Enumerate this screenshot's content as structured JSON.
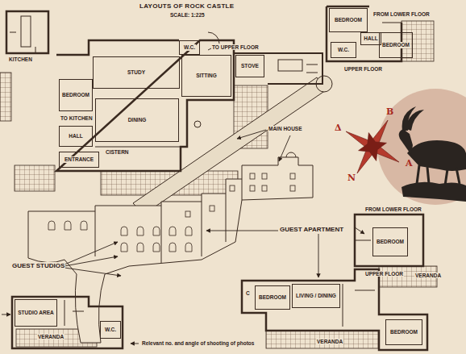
{
  "diagram": {
    "title": "LAYOUTS OF ROCK CASTLE",
    "caption": "Relevant no. and angle of shooting of photos",
    "nodes": [
      {
        "text": [
          "W.C."
        ]
      },
      {
        "text": [
          "STUDY"
        ]
      },
      {
        "text": [
          "BEDROOM"
        ]
      },
      {
        "text": [
          "SITTING"
        ]
      },
      {
        "text": [
          "DINING"
        ]
      },
      {
        "text": [
          "HALL"
        ]
      },
      {
        "text": [
          "ENTRANCE"
        ]
      },
      {
        "text": [
          "STOVE"
        ]
      },
      {
        "text": [
          "BEDROOM"
        ]
      },
      {
        "text": [
          "HALL"
        ]
      },
      {
        "text": [
          "W.C."
        ]
      },
      {
        "text": [
          "BEDROOM"
        ]
      },
      {
        "text": [
          "BEDROOM"
        ]
      },
      {
        "text": [
          "STUDIO AREA"
        ]
      },
      {
        "text": [
          "W.C."
        ]
      },
      {
        "text": [
          "BEDROOM"
        ]
      },
      {
        "text": [
          "LIVING / DINING"
        ]
      },
      {
        "text": [
          "BEDROOM"
        ]
      }
    ],
    "labels": [
      "SCALE: 1:225",
      "KITCHEN",
      "TO UPPER FLOOR",
      "TO KITCHEN",
      "CISTERN",
      "FROM LOWER FLOOR",
      "UPPER FLOOR",
      "MAIN HOUSE",
      "Α",
      "Β",
      "Ν",
      "Δ",
      "FROM LOWER FLOOR",
      "GUEST APARTMENT",
      "UPPER FLOOR",
      "VERANDA",
      "GUEST STUDIOS",
      "VERANDA",
      "C",
      "VERANDA"
    ]
  }
}
